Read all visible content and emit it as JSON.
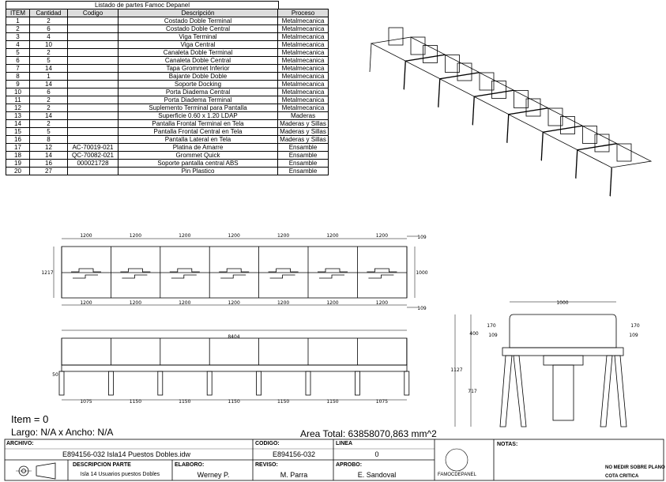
{
  "bom": {
    "title": "Listado de partes Famoc Depanel",
    "headers": {
      "item": "ITEM",
      "qty": "Cantidad",
      "code": "Codigo",
      "desc": "Descripción",
      "proc": "Proceso"
    },
    "rows": [
      {
        "item": "1",
        "qty": "2",
        "code": "",
        "desc": "Costado Doble Terminal",
        "proc": "Metalmecanica"
      },
      {
        "item": "2",
        "qty": "6",
        "code": "",
        "desc": "Costado Doble Central",
        "proc": "Metalmecanica"
      },
      {
        "item": "3",
        "qty": "4",
        "code": "",
        "desc": "Viga Terminal",
        "proc": "Metalmecanica"
      },
      {
        "item": "4",
        "qty": "10",
        "code": "",
        "desc": "Viga Central",
        "proc": "Metalmecanica"
      },
      {
        "item": "5",
        "qty": "2",
        "code": "",
        "desc": "Canaleta Doble Terminal",
        "proc": "Metalmecanica"
      },
      {
        "item": "6",
        "qty": "5",
        "code": "",
        "desc": "Canaleta Doble Central",
        "proc": "Metalmecanica"
      },
      {
        "item": "7",
        "qty": "14",
        "code": "",
        "desc": "Tapa Grommet Inferior",
        "proc": "Metalmecanica"
      },
      {
        "item": "8",
        "qty": "1",
        "code": "",
        "desc": "Bajante Doble Doble",
        "proc": "Metalmecanica"
      },
      {
        "item": "9",
        "qty": "14",
        "code": "",
        "desc": "Soporte Docking",
        "proc": "Metalmecanica"
      },
      {
        "item": "10",
        "qty": "6",
        "code": "",
        "desc": "Porta Diadema Central",
        "proc": "Metalmecanica"
      },
      {
        "item": "11",
        "qty": "2",
        "code": "",
        "desc": "Porta Diadema Terminal",
        "proc": "Metalmecanica"
      },
      {
        "item": "12",
        "qty": "2",
        "code": "",
        "desc": "Suplemento Terminal para Pantalla",
        "proc": "Metalmecanica"
      },
      {
        "item": "13",
        "qty": "14",
        "code": "",
        "desc": "Superficie 0.60 x 1.20 LDAP",
        "proc": "Maderas"
      },
      {
        "item": "14",
        "qty": "2",
        "code": "",
        "desc": "Pantalla Frontal Terminal en Tela",
        "proc": "Maderas y Sillas"
      },
      {
        "item": "15",
        "qty": "5",
        "code": "",
        "desc": "Pantalla Frontal Central en Tela",
        "proc": "Maderas y Sillas"
      },
      {
        "item": "16",
        "qty": "8",
        "code": "",
        "desc": "Pantalla Lateral en Tela",
        "proc": "Maderas y Sillas"
      },
      {
        "item": "17",
        "qty": "12",
        "code": "AC-70019-021",
        "desc": "Platina de Amarre",
        "proc": "Ensamble"
      },
      {
        "item": "18",
        "qty": "14",
        "code": "QC-70082-021",
        "desc": "Grommet Quick",
        "proc": "Ensamble"
      },
      {
        "item": "19",
        "qty": "16",
        "code": "000021728",
        "desc": "Soporte pantalla central ABS",
        "proc": "Ensamble"
      },
      {
        "item": "20",
        "qty": "27",
        "code": "",
        "desc": "Pin Plastico",
        "proc": "Ensamble"
      }
    ]
  },
  "dims": {
    "top_widths": [
      "1200",
      "1200",
      "1200",
      "1200",
      "1200",
      "1200",
      "1200"
    ],
    "top_left_h": "1217",
    "top_right_h": "1000",
    "top_offset": "109",
    "front_total": "8404",
    "front_pieces": [
      "1075",
      "1150",
      "1150",
      "1150",
      "1150",
      "1150",
      "1075"
    ],
    "front_50": "50",
    "side_width": "1000",
    "side_170": "170",
    "side_109": "109",
    "side_400": "400",
    "side_1127": "1127",
    "side_717": "717"
  },
  "info": {
    "item": "Item = 0",
    "size": "Largo: N/A x Ancho: N/A",
    "area": "Area Total: 63858070,863 mm^2"
  },
  "titleblock": {
    "archivo_lbl": "ARCHIVO:",
    "archivo_val": "E894156-032 Isla14 Puestos Dobles.idw",
    "codigo_lbl": "CODIGO:",
    "codigo_val": "E894156-032",
    "linea_lbl": "LINEA",
    "linea_val": "0",
    "desc_lbl": "DESCRIPCION PARTE",
    "desc_val": "Isla 14 Usuarios puestos Dobles",
    "elaboro_lbl": "ELABORO:",
    "elaboro_val": "Werney P.",
    "reviso_lbl": "REVISO:",
    "reviso_val": "M. Parra",
    "aprobo_lbl": "APROBO:",
    "aprobo_val": "E. Sandoval",
    "logo_text": "FAMOCDEPANEL",
    "notas_lbl": "NOTAS:",
    "note1": "NO MEDIR SOBRE PLANO",
    "note2": "COTA CRITICA"
  }
}
